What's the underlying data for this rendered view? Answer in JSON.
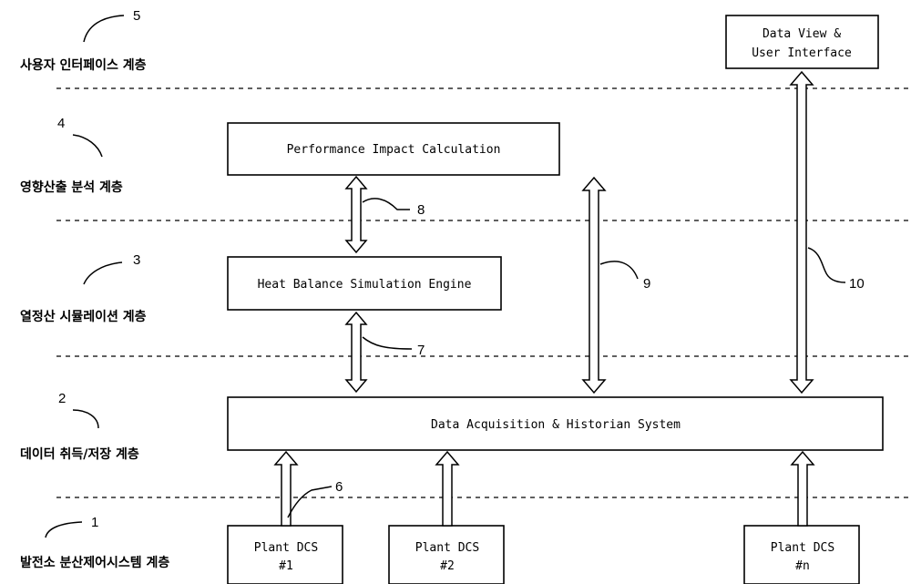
{
  "layers": [
    {
      "id": "ui",
      "label": "사용자 인터페이스 계층",
      "ref": "5"
    },
    {
      "id": "impact",
      "label": "영향산출 분석 계층",
      "ref": "4"
    },
    {
      "id": "sim",
      "label": "열정산 시뮬레이션 계층",
      "ref": "3"
    },
    {
      "id": "data",
      "label": "데이터 취득/저장 계층",
      "ref": "2"
    },
    {
      "id": "dcs",
      "label": "발전소 분산제어시스템 계층",
      "ref": "1"
    }
  ],
  "boxes": {
    "dataview": [
      "Data View &",
      "User Interface"
    ],
    "impact": "Performance Impact Calculation",
    "heat": "Heat Balance Simulation Engine",
    "dahs": "Data Acquisition & Historian System",
    "plants": [
      {
        "name": "Plant  DCS",
        "num": "#1"
      },
      {
        "name": "Plant  DCS",
        "num": "#2"
      },
      {
        "name": "Plant  DCS",
        "num": "#n"
      }
    ]
  },
  "connections": {
    "c6": "6",
    "c7": "7",
    "c8": "8",
    "c9": "9",
    "c10": "10"
  }
}
